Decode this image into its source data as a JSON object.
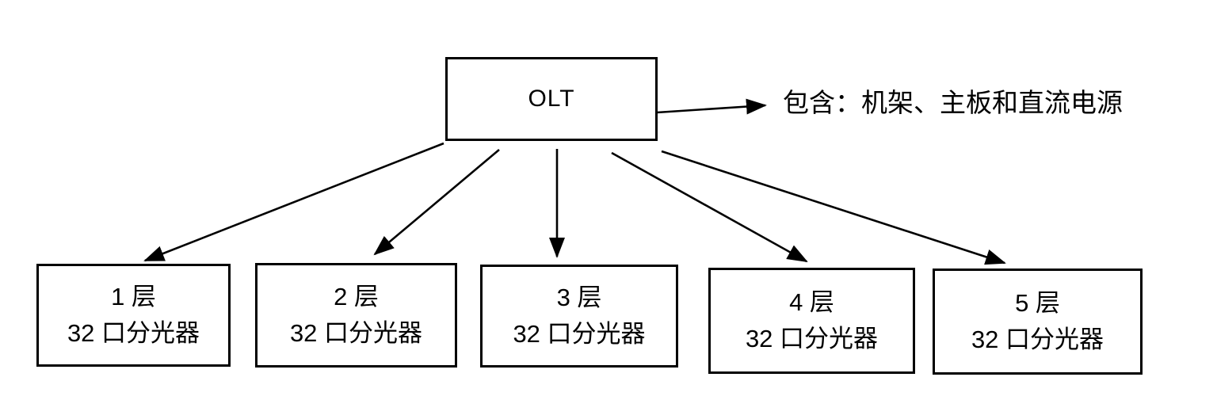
{
  "diagram": {
    "olt": {
      "label": "OLT"
    },
    "annotation": {
      "text": "包含：机架、主板和直流电源"
    },
    "splitters": [
      {
        "floor": "1 层",
        "device": "32 口分光器"
      },
      {
        "floor": "2 层",
        "device": "32 口分光器"
      },
      {
        "floor": "3 层",
        "device": "32 口分光器"
      },
      {
        "floor": "4 层",
        "device": "32 口分光器"
      },
      {
        "floor": "5 层",
        "device": "32 口分光器"
      }
    ],
    "colors": {
      "line": "#000000",
      "background": "#ffffff"
    }
  }
}
